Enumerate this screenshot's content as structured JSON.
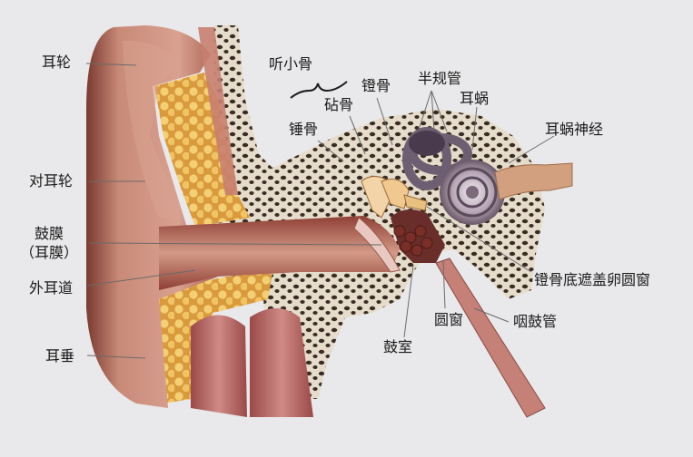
{
  "labels": {
    "pinna": "耳轮",
    "antihelix": "对耳轮",
    "eardrum_line1": "鼓膜",
    "eardrum_line2": "（耳膜）",
    "ear_canal": "外耳道",
    "earlobe": "耳垂",
    "ossicles": "听小骨",
    "malleus": "锤骨",
    "incus": "砧骨",
    "stapes": "镫骨",
    "semicircular_canals": "半规管",
    "cochlea": "耳蜗",
    "cochlear_nerve": "耳蜗神经",
    "oval_window": "镫骨底遮盖卵圆窗",
    "round_window": "圆窗",
    "eustachian_tube": "咽鼓管",
    "tympanic_cavity": "鼓室"
  },
  "colors": {
    "background": "#e9e8ea",
    "skin": "#c98f7c",
    "skin_dark": "#8e4a3e",
    "bone": "#e6d9c8",
    "bone_dot": "#3a2c22",
    "fat": "#f0c060",
    "muscle": "#b86a66",
    "leader": "#6a6a6a",
    "inner_ear": "#9a8a9a",
    "nerve": "#d2a07e"
  }
}
